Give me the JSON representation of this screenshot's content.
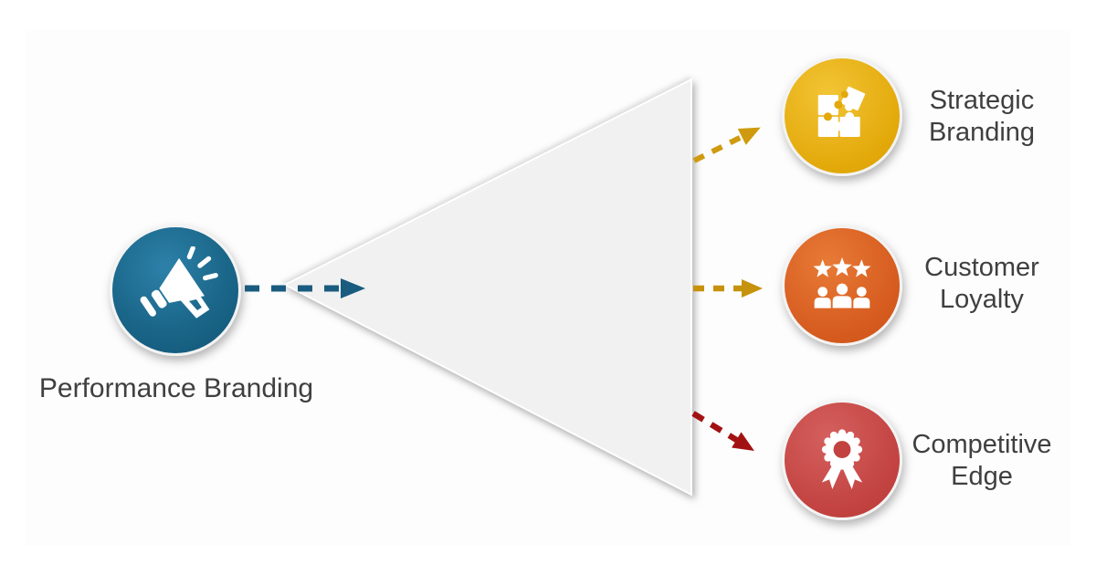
{
  "diagram": {
    "input": {
      "label": "Performance Branding",
      "icon": "megaphone-icon"
    },
    "funnel": {
      "shape": "left-pointing-triangle",
      "fill": "#f1f1f1"
    },
    "outputs": [
      {
        "label": "Strategic Branding",
        "line1": "Strategic",
        "line2": "Branding",
        "icon": "puzzle-icon",
        "circle_color": "#e7ad0e",
        "arrow_color": "#cf9a0d"
      },
      {
        "label": "Customer Loyalty",
        "line1": "Customer",
        "line2": "Loyalty",
        "icon": "people-stars-icon",
        "circle_color": "#d85c1f",
        "arrow_color": "#c6920b"
      },
      {
        "label": "Competitive Edge",
        "line1": "Competitive",
        "line2": "Edge",
        "icon": "award-ribbon-icon",
        "circle_color": "#c44240",
        "arrow_color": "#a31212"
      }
    ]
  },
  "colors": {
    "text-color": "#3f3f3f",
    "funnel-fill": "#f1f1f1",
    "blue-circle": "#176387",
    "yellow-circle": "#e7ad0e",
    "orange-circle": "#d85c1f",
    "red-circle": "#c44240",
    "blue-arrow": "#1a5c7f",
    "gold-arrow": "#cf9a0d",
    "gold-arrow-2": "#c6920b",
    "red-arrow": "#a31212"
  }
}
